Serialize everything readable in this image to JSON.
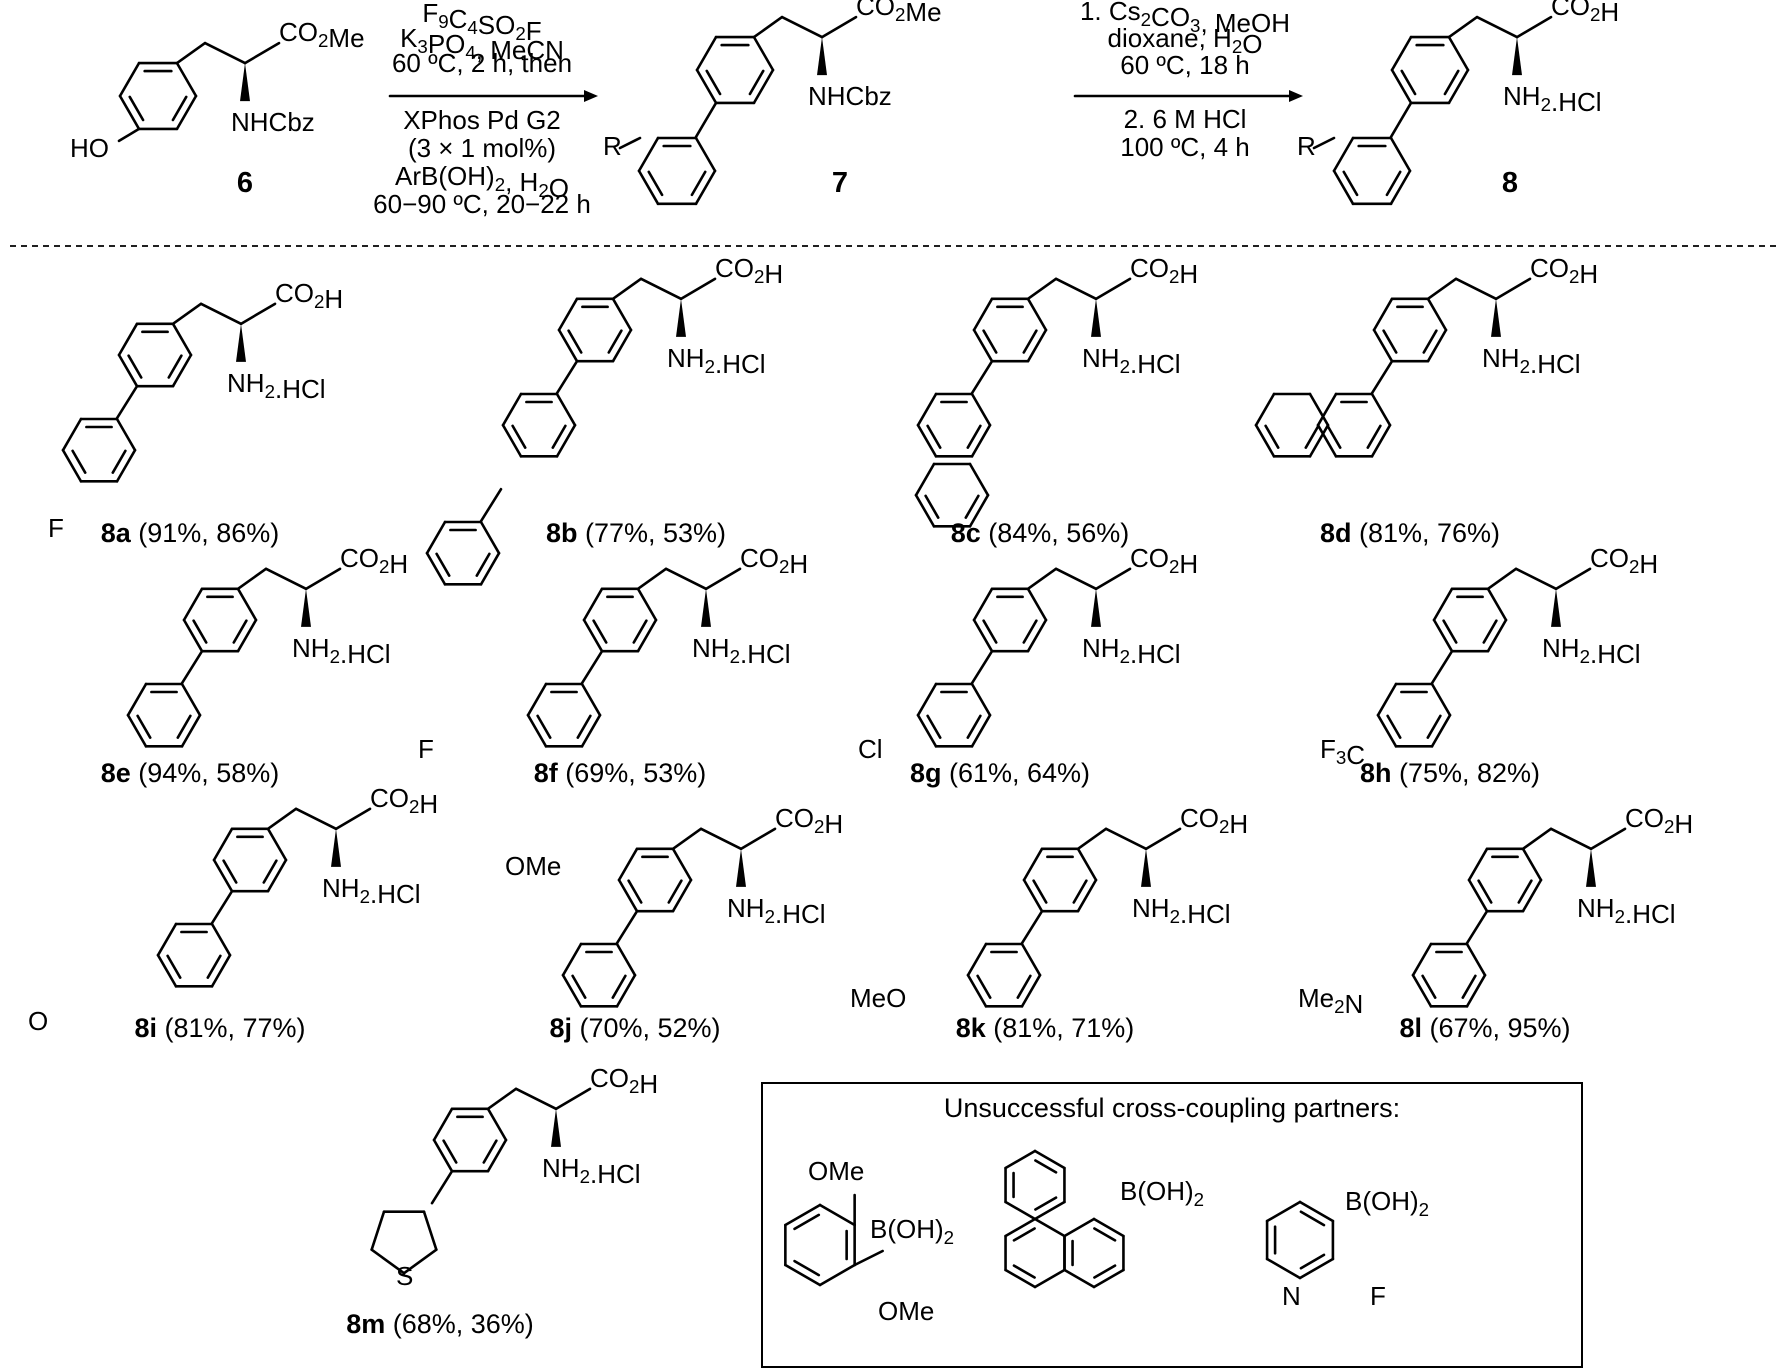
{
  "scheme": {
    "start": {
      "id": "6",
      "label_ho": "HO",
      "label_ester": "CO2Me",
      "label_amine": "NHCbz"
    },
    "step1": {
      "reagents_above": [
        "F9C4SO2F",
        "K3PO4, MeCN",
        "60 ºC, 2 h, then"
      ],
      "reagents_below": [
        "XPhos Pd G2",
        "(3 × 1 mol%)",
        "ArB(OH)2, H2O",
        "60−90 ºC, 20−22 h"
      ]
    },
    "intermediate": {
      "id": "7",
      "label_r": "R",
      "label_ester": "CO2Me",
      "label_amine": "NHCbz"
    },
    "step2": {
      "reagents_above": [
        "1. Cs2CO3, MeOH",
        "dioxane, H2O",
        "60 ºC, 18 h"
      ],
      "reagents_below": [
        "2. 6 M HCl",
        "100 ºC, 4 h"
      ]
    },
    "product": {
      "id": "8",
      "label_r": "R",
      "label_acid": "CO2H",
      "label_amine": "NH2.HCl"
    }
  },
  "products": [
    {
      "id": "8a",
      "yields": "(91%, 86%)",
      "substituent": ""
    },
    {
      "id": "8b",
      "yields": "(77%, 53%)",
      "substituent": ""
    },
    {
      "id": "8c",
      "yields": "(84%, 56%)",
      "substituent": ""
    },
    {
      "id": "8d",
      "yields": "(81%, 76%)",
      "substituent": ""
    },
    {
      "id": "8e",
      "yields": "(94%, 58%)",
      "substituent": "F"
    },
    {
      "id": "8f",
      "yields": "(69%, 53%)",
      "substituent": "F"
    },
    {
      "id": "8g",
      "yields": "(61%, 64%)",
      "substituent": "Cl"
    },
    {
      "id": "8h",
      "yields": "(75%, 82%)",
      "substituent": "F3C"
    },
    {
      "id": "8i",
      "yields": "(81%, 77%)",
      "substituent": "O"
    },
    {
      "id": "8j",
      "yields": "(70%, 52%)",
      "substituent": "OMe"
    },
    {
      "id": "8k",
      "yields": "(81%, 71%)",
      "substituent": "MeO"
    },
    {
      "id": "8l",
      "yields": "(67%, 95%)",
      "substituent": "Me2N"
    },
    {
      "id": "8m",
      "yields": "(68%, 36%)",
      "substituent": "S"
    }
  ],
  "unsuccessful": {
    "title": "Unsuccessful cross-coupling partners:",
    "partner1": {
      "top": "OMe",
      "boron": "B(OH)2",
      "bottom": "OMe"
    },
    "partner2": {
      "boron": "B(OH)2"
    },
    "partner3": {
      "boron": "B(OH)2",
      "n": "N",
      "f": "F"
    }
  },
  "common_labels": {
    "acid": "CO2H",
    "amine": "NH2.HCl"
  }
}
